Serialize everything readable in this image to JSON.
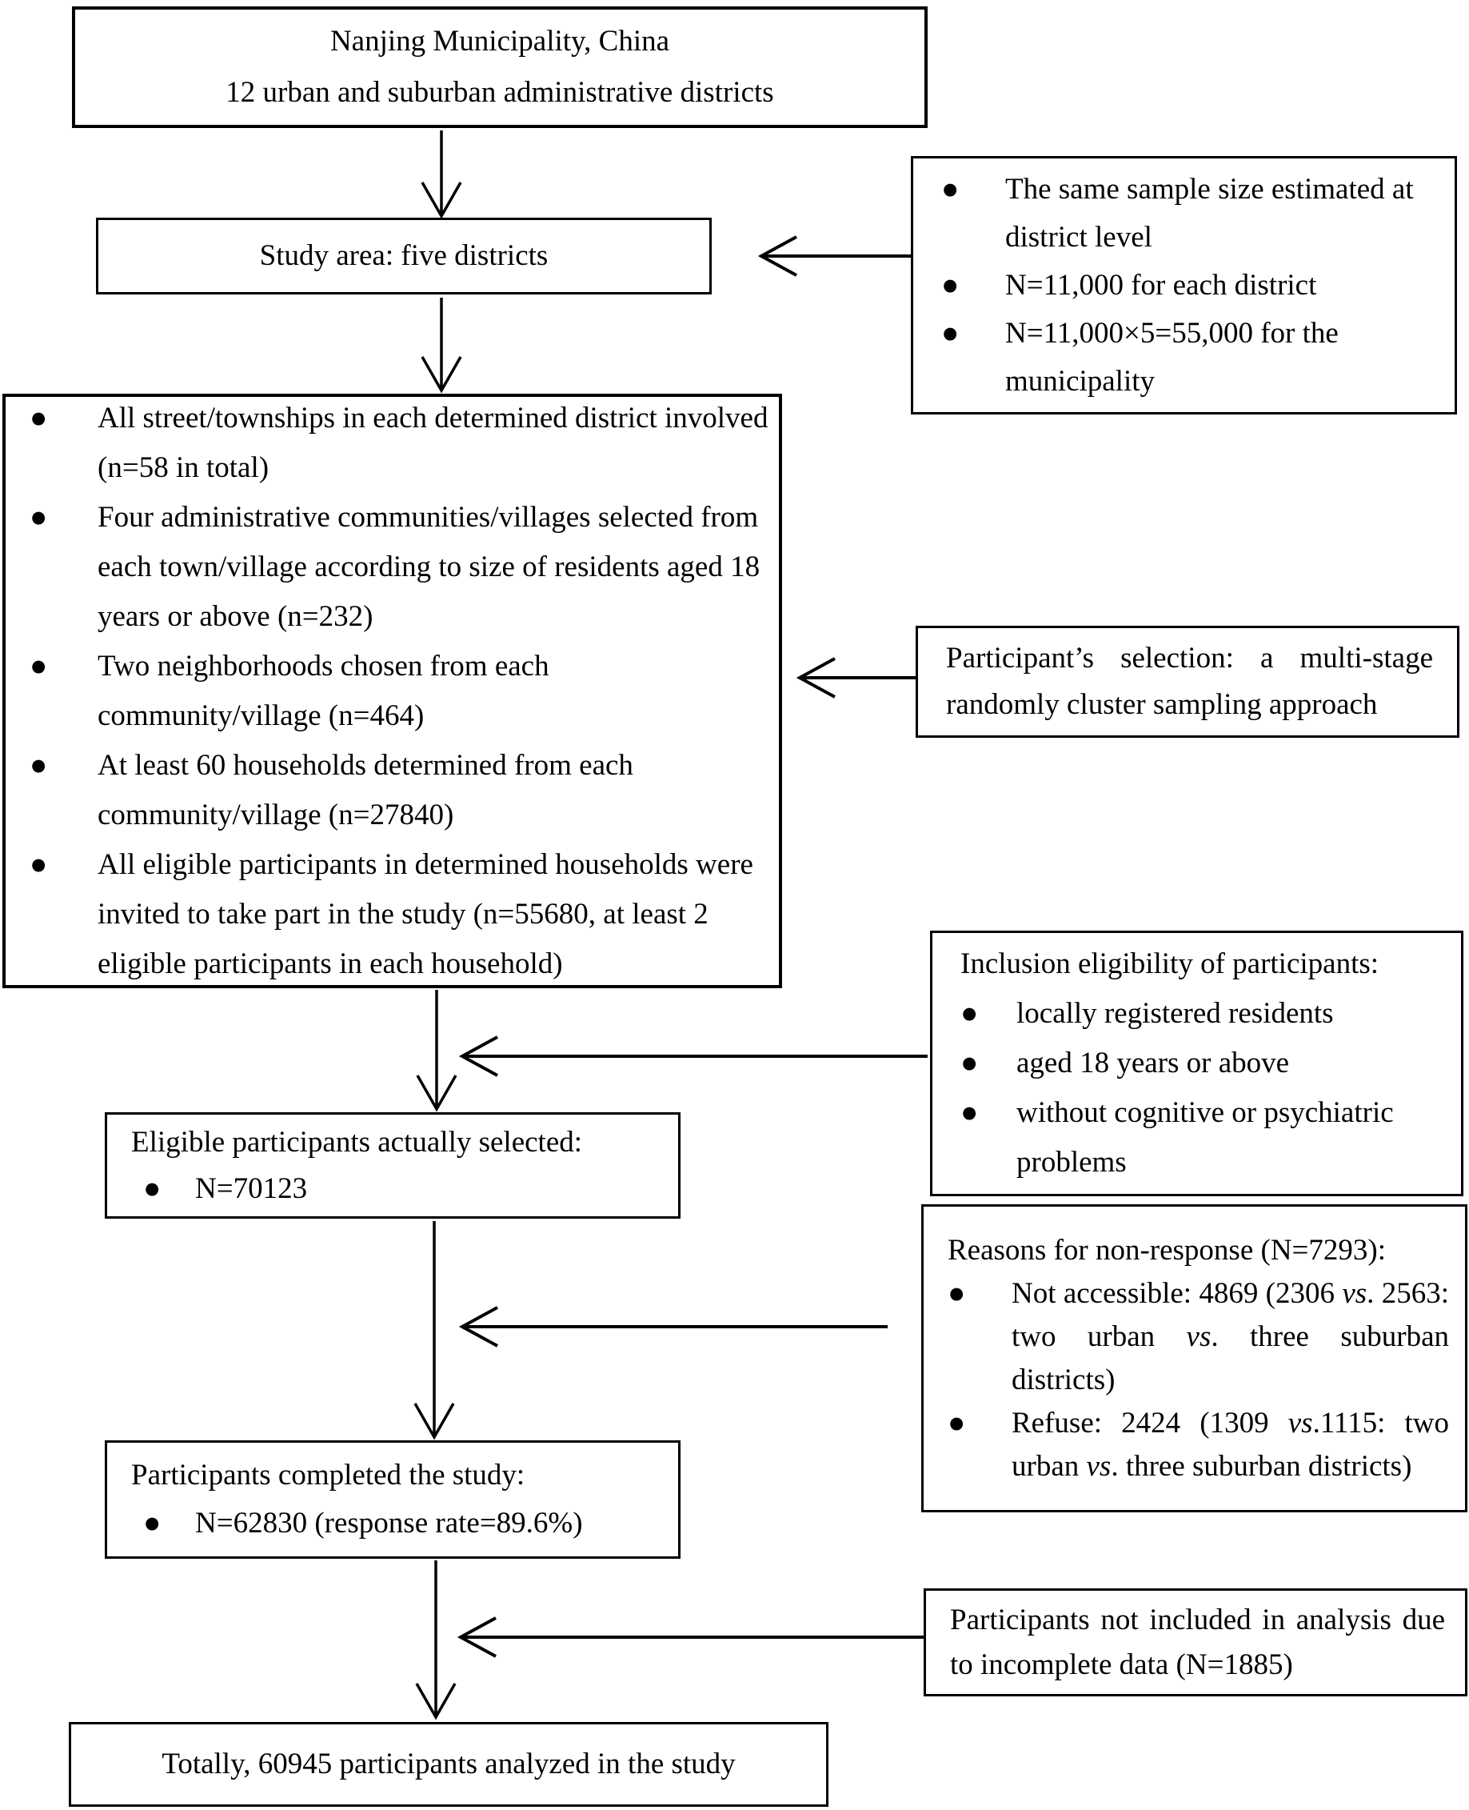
{
  "glyphs": {
    "bullet": "●"
  },
  "flow": {
    "box_a": {
      "line1": "Nanjing Municipality, China",
      "line2": "12 urban and suburban administrative districts"
    },
    "box_b": {
      "text": "Study area: five districts"
    },
    "box_c": {
      "bullets": [
        "All street/townships in each determined district involved (n=58 in total)",
        "Four administrative communities/villages selected from each town/village according to size of residents aged 18 years or above (n=232)",
        "Two neighborhoods chosen from each community/village (n=464)",
        "At least 60 households determined from each community/village (n=27840)",
        "All eligible participants in determined households were invited to take part in the study (n=55680, at least 2 eligible participants in each household)"
      ]
    },
    "box_d": {
      "title": "Eligible participants actually selected:",
      "bullets": [
        "N=70123"
      ]
    },
    "box_e": {
      "title": "Participants completed the study:",
      "bullets": [
        "N=62830 (response rate=89.6%)"
      ]
    },
    "box_f": {
      "text": "Totally, 60945 participants analyzed in the study"
    }
  },
  "side": {
    "box_r1": {
      "bullets": [
        "The same sample size estimated at district level",
        "N=11,000 for each district",
        "N=11,000×5=55,000 for the municipality"
      ]
    },
    "box_r2": {
      "text": "Participant’s selection: a multi-stage randomly cluster sampling approach"
    },
    "box_r3": {
      "title": "Inclusion eligibility of participants:",
      "bullets": [
        "locally registered residents",
        "aged 18 years or above",
        "without cognitive or psychiatric problems"
      ]
    },
    "box_r4": {
      "title": "Reasons for non-response (N=7293):",
      "bullets_html": [
        "Not accessible: 4869 (2306 <i>vs</i>. 2563: two urban <i>vs</i>. three suburban districts)",
        "Refuse: 2424 (1309 <i>vs</i>.1115: two urban <i>vs</i>. three suburban districts)"
      ]
    },
    "box_r5": {
      "text": "Participants not included in analysis due to incomplete data (N=1885)"
    }
  }
}
